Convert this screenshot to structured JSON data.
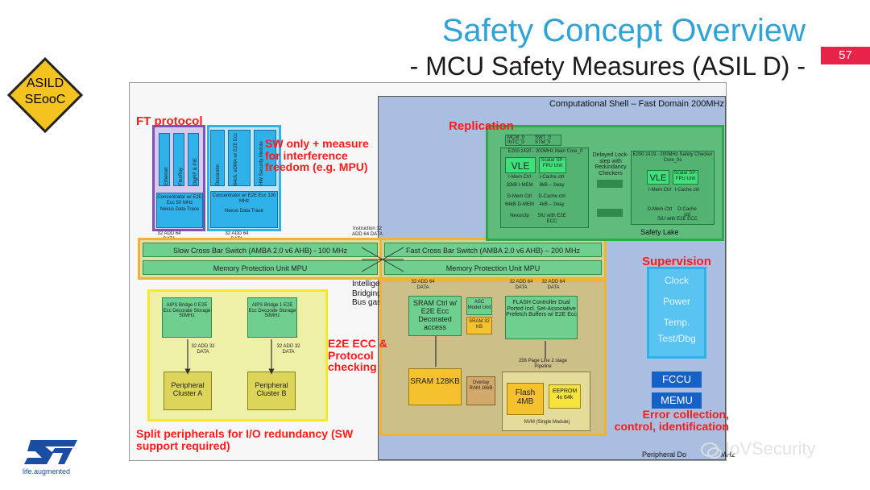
{
  "slide": {
    "title": "Safety Concept Overview",
    "subtitle": "- MCU Safety Measures (ASIL D) -",
    "page_number": "57",
    "badge": {
      "line1": "ASILD",
      "line2": "SEooC",
      "color": "#f3c320"
    },
    "logo": {
      "text": "life.augmented"
    },
    "watermark": "IoVSecurity"
  },
  "diagram": {
    "computational_shell": "Computational Shell – Fast Domain 200MHz",
    "peripheral_domain": "Peripheral Do",
    "peripheral_domain_suffix": "MHz",
    "ft_protocol": "FT protocol",
    "sw_only": "SW only + measure for interference freedom (e.g. MPU)",
    "replication": "Replication",
    "supervision": "Supervision",
    "e2e": "E2E ECC & Protocol checking",
    "split_peripherals": "Split peripherals for I/O redundancy (SW support required)",
    "error_collection": "Error collection, control, identification",
    "ft_modules": [
      "Ethernet",
      "FlexRay",
      "DigRF & PIE"
    ],
    "sw_modules": [
      "Decorator",
      "64ch. eDMA w/ E2E Ecc",
      "HW Security Module"
    ],
    "concentrator_left": "Concentrator w/ E2E Ecc 50 MHz",
    "nexus_left": "Nexus Data Trace",
    "concentrator_right": "Concentrator w/ E2E Ecc 100 MHz",
    "nexus_right": "Nexus Data Trace",
    "slow_xbar": "Slow Cross Bar Switch (AMBA 2.0 v6 AHB) - 100 MHz",
    "slow_mpu": "Memory Protection Unit MPU",
    "fast_xbar": "Fast Cross Bar Switch (AMBA 2.0 v6 AHB) – 200 MHz",
    "fast_mpu": "Memory Protection Unit MPU",
    "intelligent_bridging": "Intelligent Bridging Bus gasket",
    "addr_labels": [
      "32 ADD 64 DATA",
      "32 ADD 64 DATA",
      "Instruction 32 ADD 64 DATA",
      "32 ADD 64 DATA",
      "32 ADD 64 DATA",
      "32 ADD 64 DATA",
      "32 ADD 32 DATA",
      "32 ADD 32 DATA"
    ],
    "aips0": "AIPS Bridge 0 E2E Ecc Decorate Storage 50MHz",
    "aips1": "AIPS Bridge 1 E2E Ecc Decorate Storage 50MHz",
    "periph_a": "Peripheral Cluster A",
    "periph_b": "Peripheral Cluster B",
    "sram_ctrl": "SRAM Ctrl w/ E2E Ecc Decorated access",
    "asc_module": "ASC Model Unit",
    "sram_small": "SRAM 32 KB",
    "flash_ctrl": "FLASH Controller Dual Ported Incl. Set-Associative Prefetch Buffers w/ E2E Ecc",
    "page_line": "256 Page Line 2 stage Pipeline",
    "sram_big": "SRAM 128KB",
    "overlay": "Overlay RAM 16kB",
    "flash": "Flash 4MB",
    "eeprom": "EEPROM 4x 64k",
    "nvm": "NVM (Single Module)",
    "core0_title": "E200 z420 - 200MHz Main Core_0",
    "core0_vle": "VLE",
    "core0_fpu": "Scalar SP-FPU Unit",
    "core0_cells": [
      "I-Mem Ctrl",
      "I-Cache ctrl",
      "32kB I-MEM",
      "8kB – 2way",
      "D-Mem Ctrl",
      "D-Cache ctrl",
      "64kB D-MEM",
      "4kB – 2way",
      "Nexus3p",
      "SIU with E2E ECC"
    ],
    "core0_top": [
      "MCM_0",
      "SWT_0",
      "INTC_0",
      "STM_0"
    ],
    "delayed_lockstep": "Delayed Lock-step with Redundancy Checkers",
    "core1_title": "E200 z419 - 200MHz Safety Checker Core_0s",
    "core1_vle": "VLE",
    "core1_fpu": "Scalar SP-FPU Unit",
    "core1_cells": [
      "I-Mem Ctrl",
      "I-Cache ctrl",
      "D-Mem Ctrl",
      "D-Cache ctrl",
      "SIU with E2E ECC"
    ],
    "safety_lake": "Safety Lake",
    "supervision_items": [
      "Clock",
      "Power",
      "Temp.",
      "Test/Dbg"
    ],
    "fccu": "FCCU",
    "memu": "MEMU"
  }
}
